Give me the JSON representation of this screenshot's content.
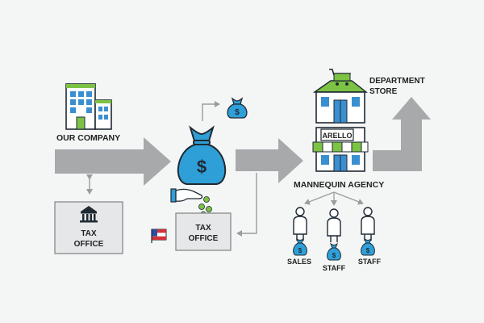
{
  "labels": {
    "our_company": "OUR COMPANY",
    "tax_office_left_line1": "TAX",
    "tax_office_left_line2": "OFFICE",
    "tax_office_mid_line1": "TAX",
    "tax_office_mid_line2": "OFFICE",
    "department_store_line1": "DEPARTMENT",
    "department_store_line2": "STORE",
    "store_sign": "ARELLO",
    "mannequin_agency": "MANNEQUIN AGENCY",
    "sales": "SALES",
    "staff_1": "STAFF",
    "staff_2": "STAFF",
    "dollar": "$"
  },
  "icons": [
    "office-building-icon",
    "tax-office-bank-icon",
    "money-bag-icon",
    "small-money-bag-icon",
    "hand-dropping-coins-icon",
    "flag-icon",
    "shopping-cart-icon",
    "storefront-icon",
    "person-icon"
  ],
  "colors": {
    "arrow_gray": "#a7a9ab",
    "money_blue": "#2f9fd8",
    "green": "#7cc243",
    "outline": "#1f2a33",
    "box_fill": "#e6e7e8",
    "box_stroke": "#8e9193",
    "background": "#f4f5f5"
  }
}
